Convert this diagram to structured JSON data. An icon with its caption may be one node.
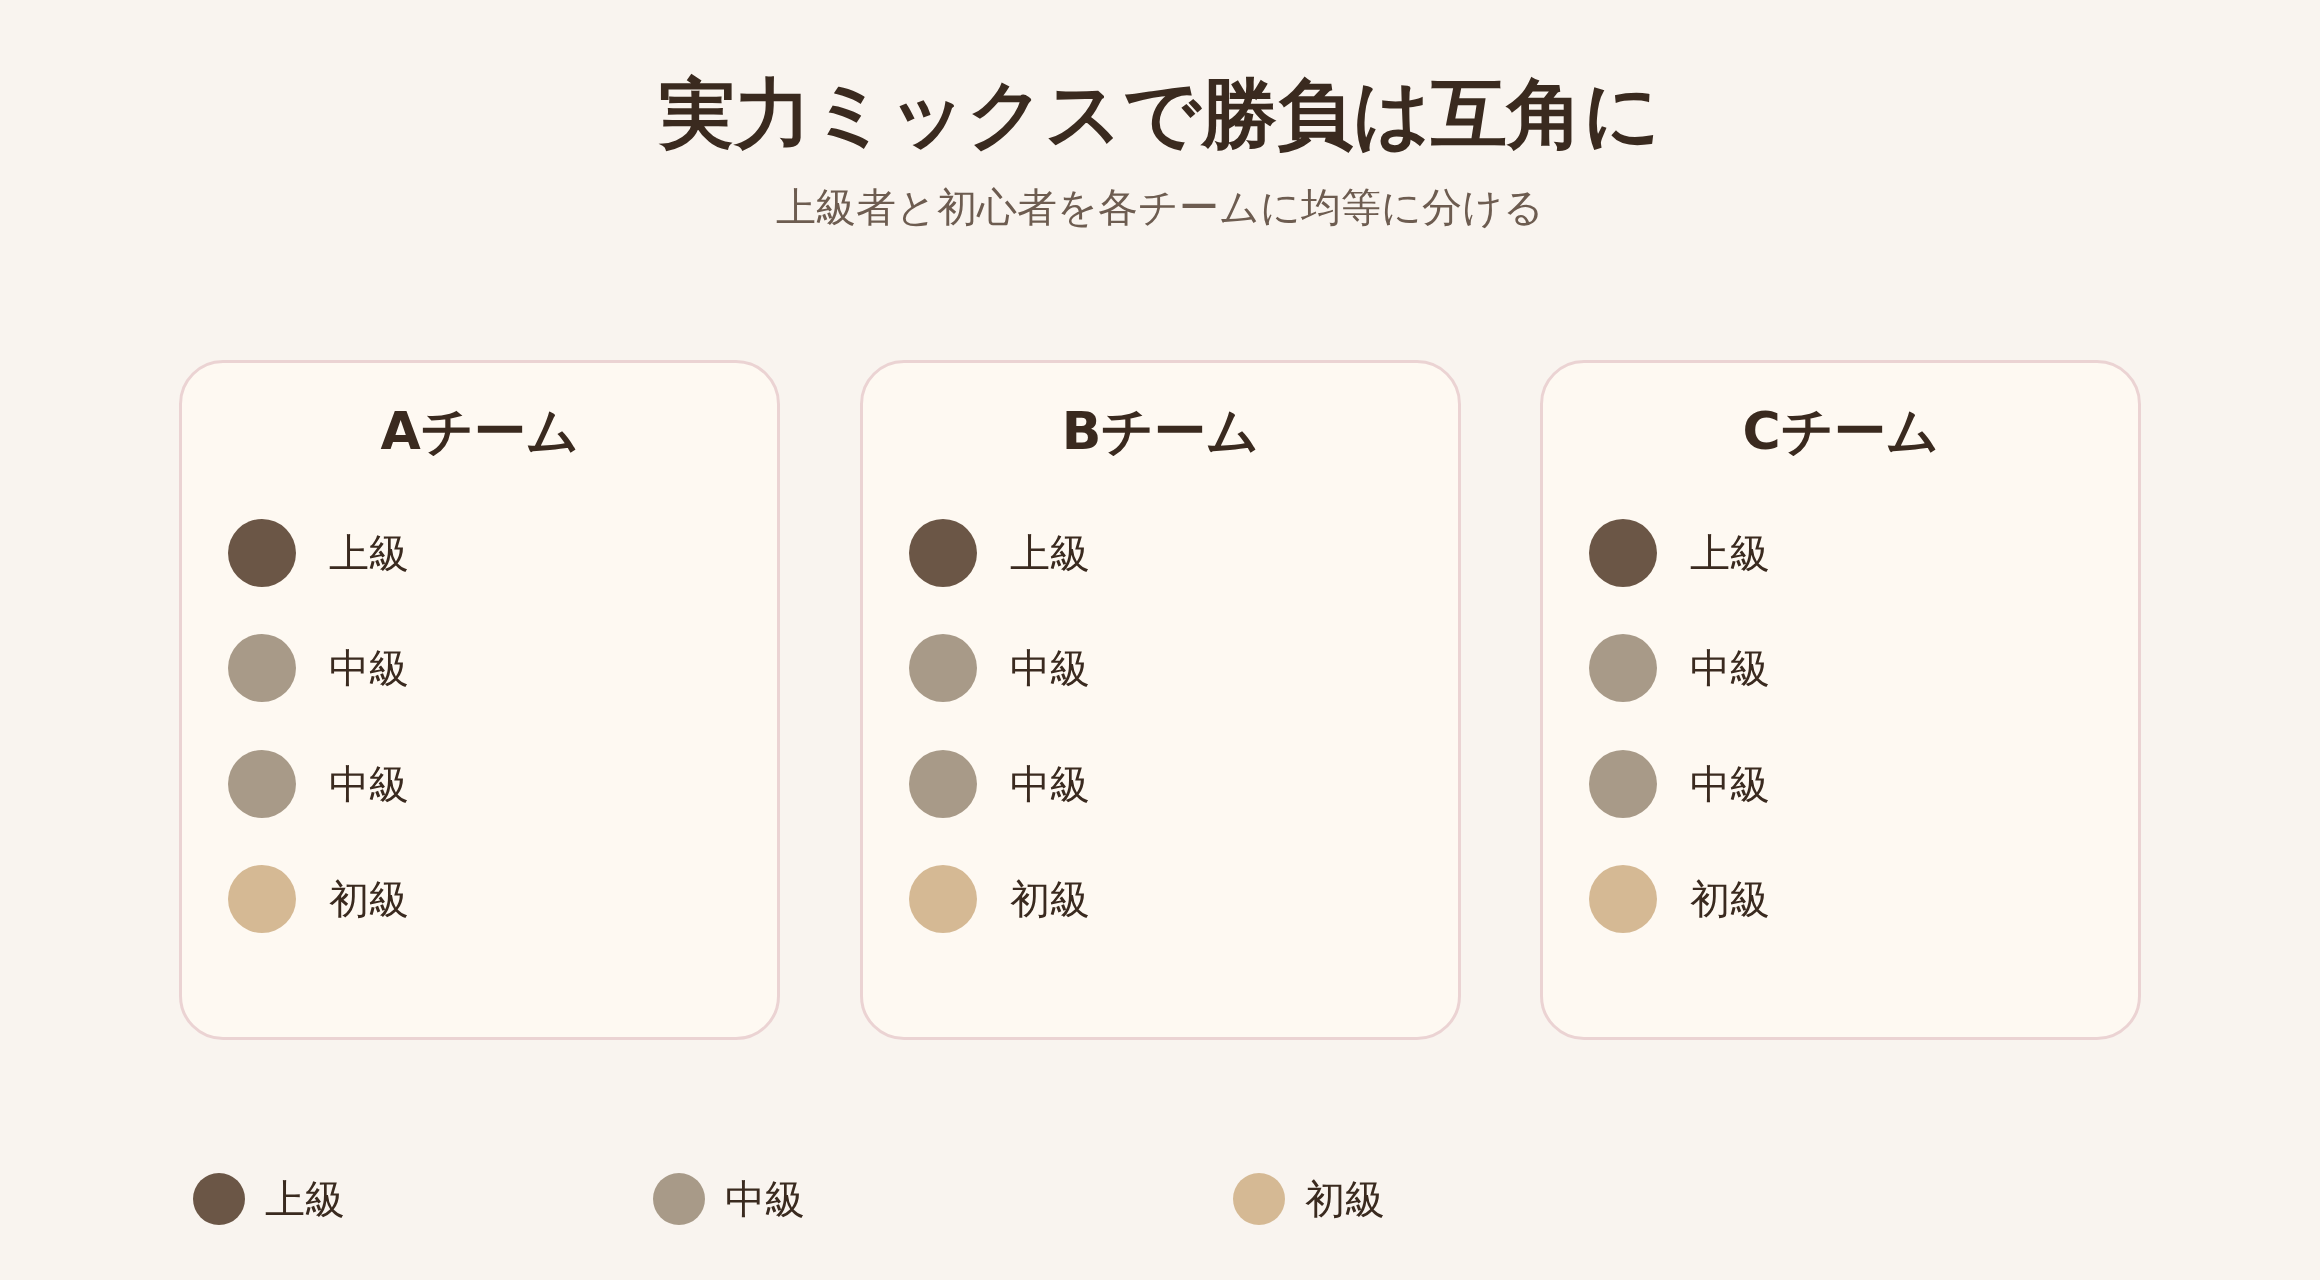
{
  "diagram": {
    "title": "実力ミックスで勝負は互角に",
    "nodes": [
      {
        "text": [
          "Aチーム"
        ]
      },
      {
        "text": [],
        "shape": "circle",
        "in": 0,
        "beside": [
          "上級"
        ]
      },
      {
        "text": [],
        "shape": "circle",
        "in": 0,
        "beside": [
          "中級"
        ]
      },
      {
        "text": [],
        "shape": "circle",
        "in": 0,
        "beside": [
          "中級"
        ]
      },
      {
        "text": [],
        "shape": "circle",
        "in": 0,
        "beside": [
          "初級"
        ]
      },
      {
        "text": [
          "Bチーム"
        ]
      },
      {
        "text": [],
        "shape": "circle",
        "in": 5,
        "beside": [
          "上級"
        ]
      },
      {
        "text": [],
        "shape": "circle",
        "in": 5,
        "beside": [
          "中級"
        ]
      },
      {
        "text": [],
        "shape": "circle",
        "in": 5,
        "beside": [
          "中級"
        ]
      },
      {
        "text": [],
        "shape": "circle",
        "in": 5,
        "beside": [
          "初級"
        ]
      },
      {
        "text": [
          "Cチーム"
        ]
      },
      {
        "text": [],
        "shape": "circle",
        "in": 10,
        "beside": [
          "上級"
        ]
      },
      {
        "text": [],
        "shape": "circle",
        "in": 10,
        "beside": [
          "中級"
        ]
      },
      {
        "text": [],
        "shape": "circle",
        "in": 10,
        "beside": [
          "中級"
        ]
      },
      {
        "text": [],
        "shape": "circle",
        "in": 10,
        "beside": [
          "初級"
        ]
      }
    ],
    "labels": [
      "上級者と初心者を各チームに均等に分ける"
    ],
    "legend": [
      {
        "text": "上級",
        "color": "#6b5646"
      },
      {
        "text": "中級",
        "color": "#a89a88"
      },
      {
        "text": "初級",
        "color": "#d5b994"
      }
    ]
  }
}
